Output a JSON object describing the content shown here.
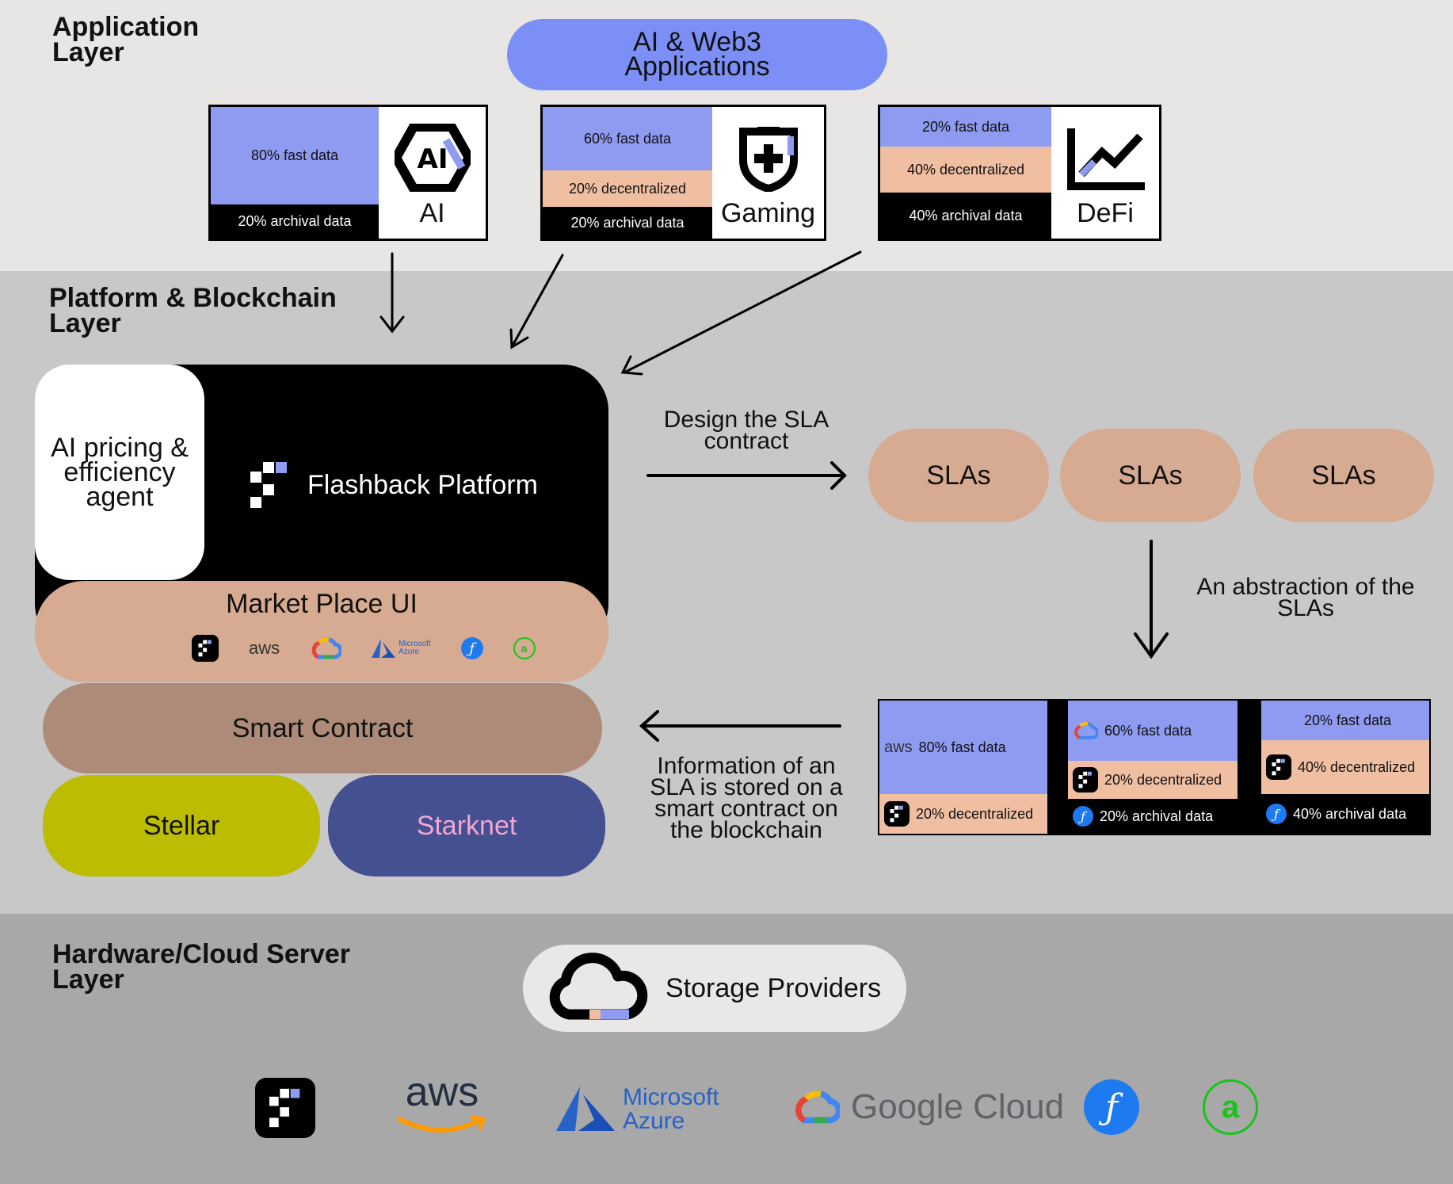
{
  "layers": {
    "application": "Application\nLayer",
    "platform": "Platform & Blockchain\nLayer",
    "hardware": "Hardware/Cloud Server\nLayer"
  },
  "top_pill": "AI & Web3\nApplications",
  "apps": [
    {
      "label": "AI",
      "segments": [
        "80% fast data",
        "20% archival data"
      ]
    },
    {
      "label": "Gaming",
      "segments": [
        "60% fast data",
        "20% decentralized",
        "20% archival data"
      ]
    },
    {
      "label": "DeFi",
      "segments": [
        "20% fast data",
        "40% decentralized",
        "40% archival data"
      ]
    }
  ],
  "platform": {
    "agent": "AI pricing &\nefficiency\nagent",
    "flashback": "Flashback Platform",
    "marketplace": "Market Place UI",
    "smart_contract": "Smart Contract",
    "stellar": "Stellar",
    "starknet": "Starknet"
  },
  "design_note": "Design the SLA\ncontract",
  "slas": [
    "SLAs",
    "SLAs",
    "SLAs"
  ],
  "abstraction_note": "An abstraction of the\nSLAs",
  "info_note": "Information of an\nSLA is stored on a\nsmart contract on\nthe blockchain",
  "sla_cards": [
    {
      "segments": [
        "80% fast data",
        "20% decentralized"
      ]
    },
    {
      "segments": [
        "60% fast data",
        "20% decentralized",
        "20% archival data"
      ]
    },
    {
      "segments": [
        "20% fast data",
        "40% decentralized",
        "40% archival data"
      ]
    }
  ],
  "storage": "Storage Providers",
  "providers": {
    "aws": "aws",
    "azure_1": "Microsoft",
    "azure_2": "Azure",
    "google": "Google Cloud",
    "azure_small_1": "Microsoft",
    "azure_small_2": "Azure"
  },
  "colors": {
    "fast": "#8e9bf0",
    "decentralized": "#f0bfa2",
    "archival": "#000000",
    "top_pill": "#7b8ff7",
    "marketplace": "#d6ab92",
    "smart_contract": "#ad8b78",
    "stellar": "#bcbc00",
    "starknet": "#44508f",
    "sla_pill": "#d6ab92"
  }
}
